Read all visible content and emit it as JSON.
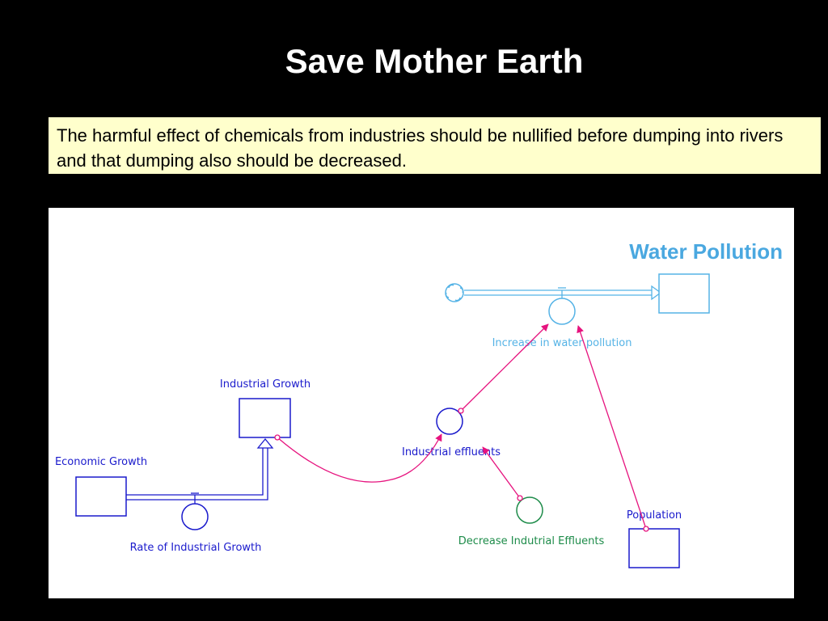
{
  "slide": {
    "title": "Save Mother Earth",
    "note": "The harmful effect of chemicals from industries should be nullified before dumping into rivers and that dumping also should be decreased."
  },
  "diagram": {
    "title": "Water Pollution",
    "stocks": {
      "industrial_growth": "Industrial Growth",
      "economic_growth": "Economic Growth",
      "population": "Population"
    },
    "flows": {
      "rate_of_industrial_growth": "Rate of Industrial Growth",
      "increase_in_water_pollution": "Increase in water pollution"
    },
    "converters": {
      "industrial_effluents": "Industrial effluents",
      "decrease_industrial_effluents": "Decrease Indutrial Effluents"
    },
    "colors": {
      "main": "#1a1acc",
      "light": "#55b3e6",
      "title": "#4aa8e0",
      "green": "#1e8c4a",
      "link": "#e6137e"
    }
  }
}
